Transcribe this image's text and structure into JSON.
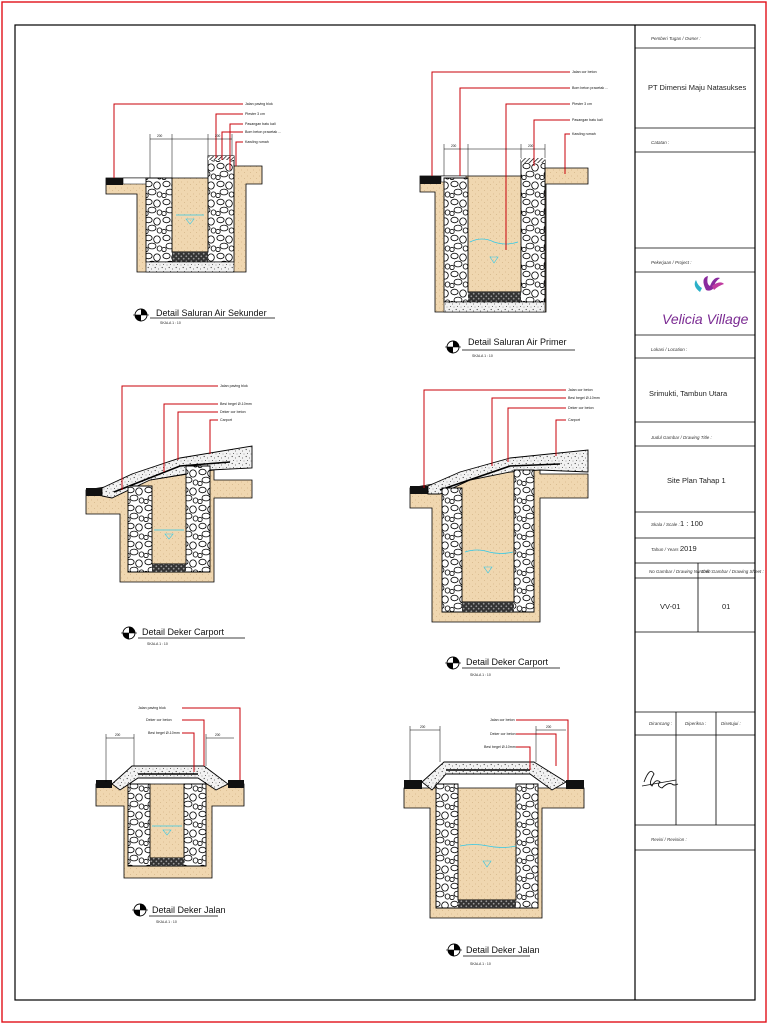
{
  "colors": {
    "frame": "#e0101a",
    "leader": "#c8000a",
    "soil": "#f0d7b0",
    "water": "#30c8e8",
    "line": "#000000"
  },
  "titleblock": {
    "owner_header": "Pemberi Tugas / Owner :",
    "owner_value": "PT Dimensi Maju Natasukses",
    "notes_header": "Catatan :",
    "project_header": "Pekerjaan / Project :",
    "logo_text": "Velicia Village",
    "location_header": "Lokasi / Location :",
    "location_value": "Srimukti, Tambun Utara",
    "drawing_title_header": "Judul Gambar / Drawing Title :",
    "drawing_title_value": "Site Plan Tahap 1",
    "scale_header": "Skala / Scale :",
    "scale_value": "1 : 100",
    "year_header": "Tahun / Years :",
    "year_value": "2019",
    "drawing_no_header": "No Gambar / Drawing Number :",
    "drawing_no_value": "VV-01",
    "sheet_count_header": "Jmlh Gambar / Drawing Sheet :",
    "sheet_count_value": "01",
    "drawn_header": "Dirancang :",
    "checked_header": "Diperiksa :",
    "approved_header": "Disetujui :",
    "signature_text": "Ari Setiawan",
    "revision_header": "Revisi / Revision :"
  },
  "details": [
    {
      "title": "Detail Saluran Air Sekunder",
      "scale": "SKALA 1 : 10",
      "labels": [
        "Jalan paving blok",
        "Plester 3 cm",
        "Pasangan batu kali",
        "Bom beton pracetak ...",
        "Kawling rumah"
      ]
    },
    {
      "title": "Detail Saluran Air Primer",
      "scale": "SKALA 1 : 10",
      "labels": [
        "Jalan cor beton",
        "Bom beton pracetak ...",
        "Plester 3 cm",
        "Pasangan batu kali",
        "Kawling rumah"
      ]
    },
    {
      "title": "Detail Deker Carport",
      "scale": "SKALA 1 : 10",
      "labels": [
        "Jalan paving blok",
        "Besi begel Ø-10mm",
        "Deker cor beton",
        "Carport"
      ]
    },
    {
      "title": "Detail Deker Carport",
      "scale": "SKALA 1 : 10",
      "labels": [
        "Jalan cor beton",
        "Besi begel Ø-10mm",
        "Deker cor beton",
        "Carport"
      ]
    },
    {
      "title": "Detail Deker Jalan",
      "scale": "SKALA 1 : 10",
      "labels": [
        "Jalan paving blok",
        "Deker cor beton",
        "Besi begel Ø-10mm"
      ]
    },
    {
      "title": "Detail Deker Jalan",
      "scale": "SKALA 1 : 10",
      "labels": [
        "Jalan cor beton",
        "Deker cor beton",
        "Besi begel Ø-10mm"
      ]
    }
  ],
  "dimension_text": "200"
}
